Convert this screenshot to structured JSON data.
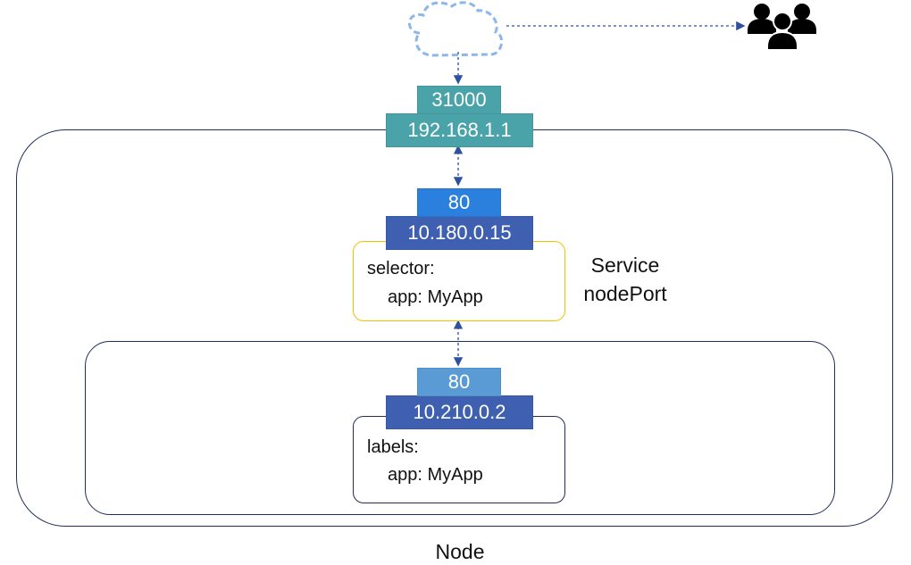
{
  "node": {
    "label": "Node",
    "ip": "192.168.1.1",
    "port": "31000"
  },
  "service": {
    "port": "80",
    "ip": "10.180.0.15",
    "selector_label": "selector:",
    "selector_value": "app: MyApp",
    "title_line1": "Service",
    "title_line2": "nodePort"
  },
  "pod": {
    "port": "80",
    "ip": "10.210.0.2",
    "labels_label": "labels:",
    "labels_value": "app: MyApp"
  },
  "icons": {
    "cloud": "cloud-icon",
    "users": "users-icon"
  },
  "colors": {
    "node_tag": "#4aa3a8",
    "service_port": "#2b7fdd",
    "ip_blue": "#3f5fb0",
    "pod_port": "#5b9bd5",
    "service_border": "#f2c200",
    "outline": "#1f2f5a",
    "cloud_outline": "#8db7e8"
  }
}
